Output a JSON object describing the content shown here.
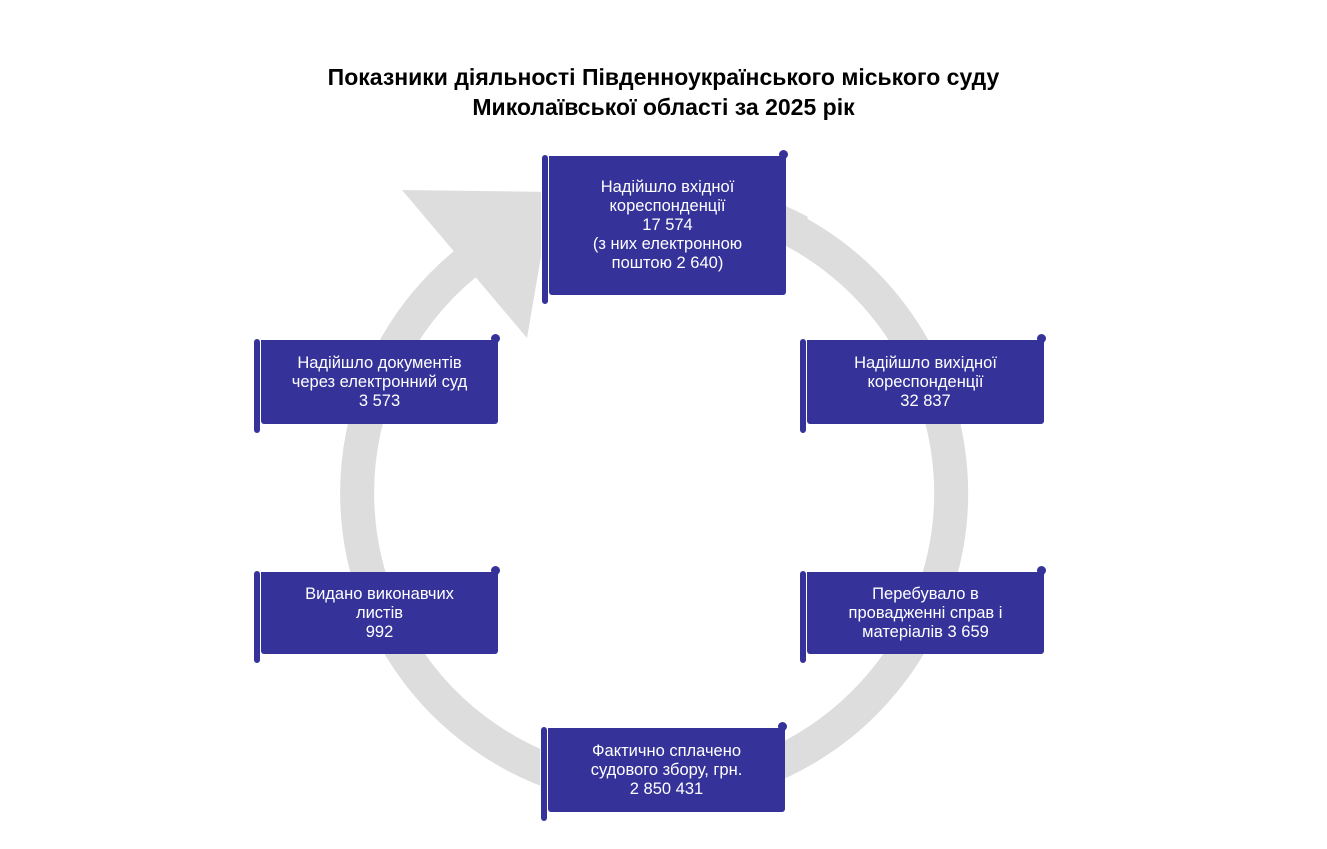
{
  "title": [
    "Показники діяльності Південноукраїнського міського суду",
    "Миколаївської області за 2025 рік"
  ],
  "colors": {
    "box": "#35339a",
    "ring": "#dddddd"
  },
  "boxes": [
    {
      "id": "incoming",
      "lines": [
        "Надійшло вхідної",
        "кореспонденції",
        "17 574",
        "(з них електронною",
        "поштою 2 640)"
      ]
    },
    {
      "id": "outgoing",
      "lines": [
        "Надійшло вихідної",
        "кореспонденції",
        "32 837"
      ]
    },
    {
      "id": "cases",
      "lines": [
        "Перебувало в",
        "провадженні справ і",
        "матеріалів 3 659"
      ]
    },
    {
      "id": "court-fee",
      "lines": [
        "Фактично сплачено",
        "судового збору, грн.",
        "2 850 431"
      ]
    },
    {
      "id": "writs",
      "lines": [
        "Видано виконавчих",
        "листів",
        "992"
      ]
    },
    {
      "id": "e-court",
      "lines": [
        "Надійшло документів",
        "через електронний суд",
        "3 573"
      ]
    }
  ]
}
